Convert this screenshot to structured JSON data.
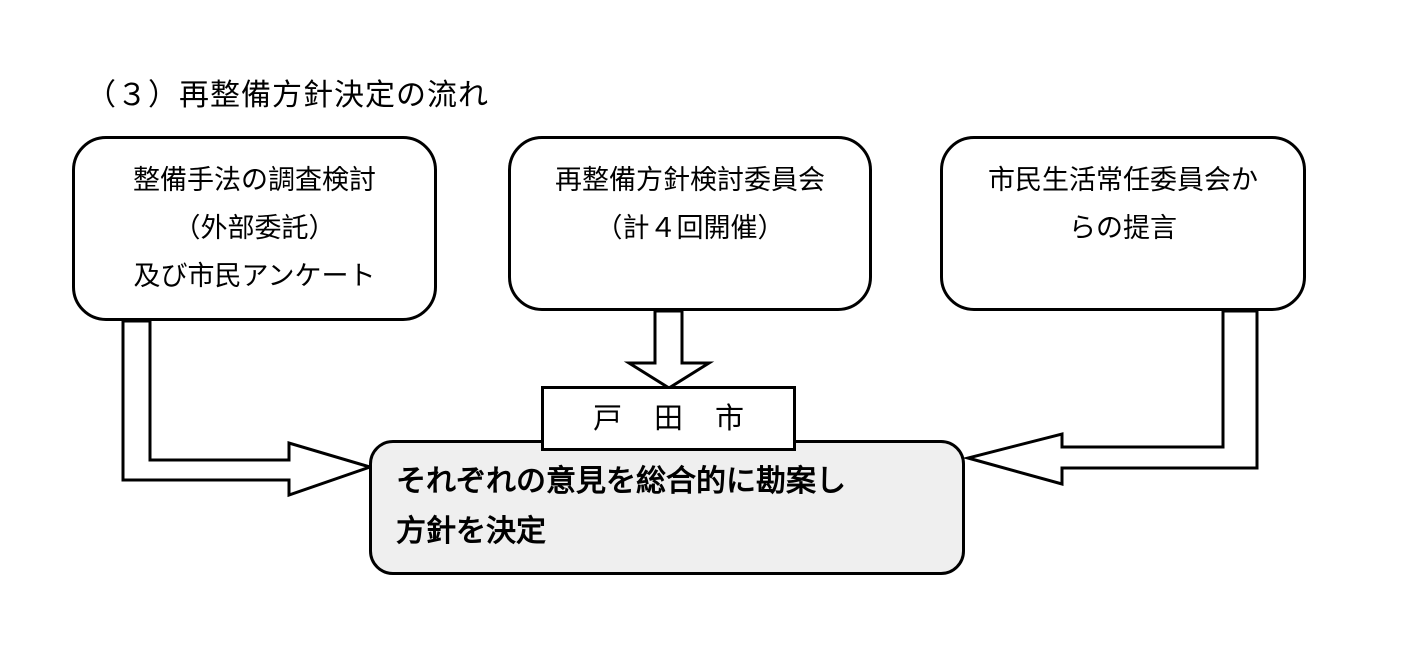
{
  "title": "（３）再整備方針決定の流れ",
  "boxes": [
    {
      "lines": [
        "整備手法の調査検討",
        "（外部委託）",
        "及び市民アンケート"
      ]
    },
    {
      "lines": [
        "再整備方針検討委員会",
        "（計４回開催）"
      ]
    },
    {
      "lines": [
        "市民生活常任委員会か",
        "らの提言"
      ]
    }
  ],
  "city_label": "戸田市",
  "decision": {
    "lines": [
      "それぞれの意見を総合的に勘案し",
      "方針を決定"
    ]
  }
}
